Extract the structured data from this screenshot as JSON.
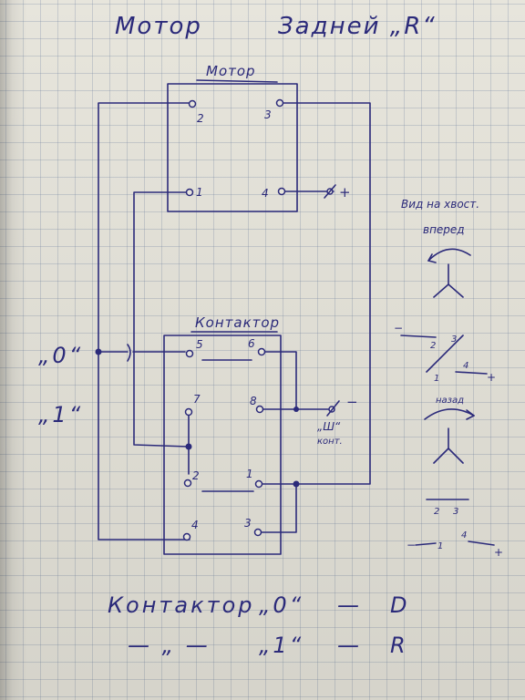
{
  "title": {
    "left": "Мотор",
    "right": "Задней „R“"
  },
  "motor": {
    "label": "Мотор",
    "terminals": {
      "t2": "2",
      "t3": "3",
      "t1": "1",
      "t4": "4",
      "plus": "+"
    }
  },
  "contactor": {
    "label": "Контактор",
    "terminals": {
      "t5": "5",
      "t6": "6",
      "t7": "7",
      "t8": "8",
      "t2": "2",
      "t1": "1",
      "t4": "4",
      "t3": "3"
    },
    "state_zero": "„0“",
    "state_one": "„1“",
    "minus": "−",
    "button_name": "„Ш“",
    "button_word": "конт."
  },
  "side_notes": {
    "view_title": "Вид на хвост.",
    "forward": "вперед",
    "minus": "−",
    "plus": "+",
    "n2": "2",
    "n3": "3",
    "n1": "1",
    "n4": "4",
    "back": "назад",
    "lower_n2": "2",
    "lower_n3": "3",
    "lower_minus": "−",
    "lower_n1": "1",
    "lower_n4": "4",
    "lower_plus": "+"
  },
  "legend": [
    {
      "name": "Контактор",
      "state": "„0“",
      "dash": "—",
      "result": "D"
    },
    {
      "name": "— „ —",
      "state": "„1“",
      "dash": "—",
      "result": "R"
    }
  ],
  "colors": {
    "ink": "#2b2a7a",
    "paper": "#e7e5dc",
    "grid": "#8292a8"
  }
}
